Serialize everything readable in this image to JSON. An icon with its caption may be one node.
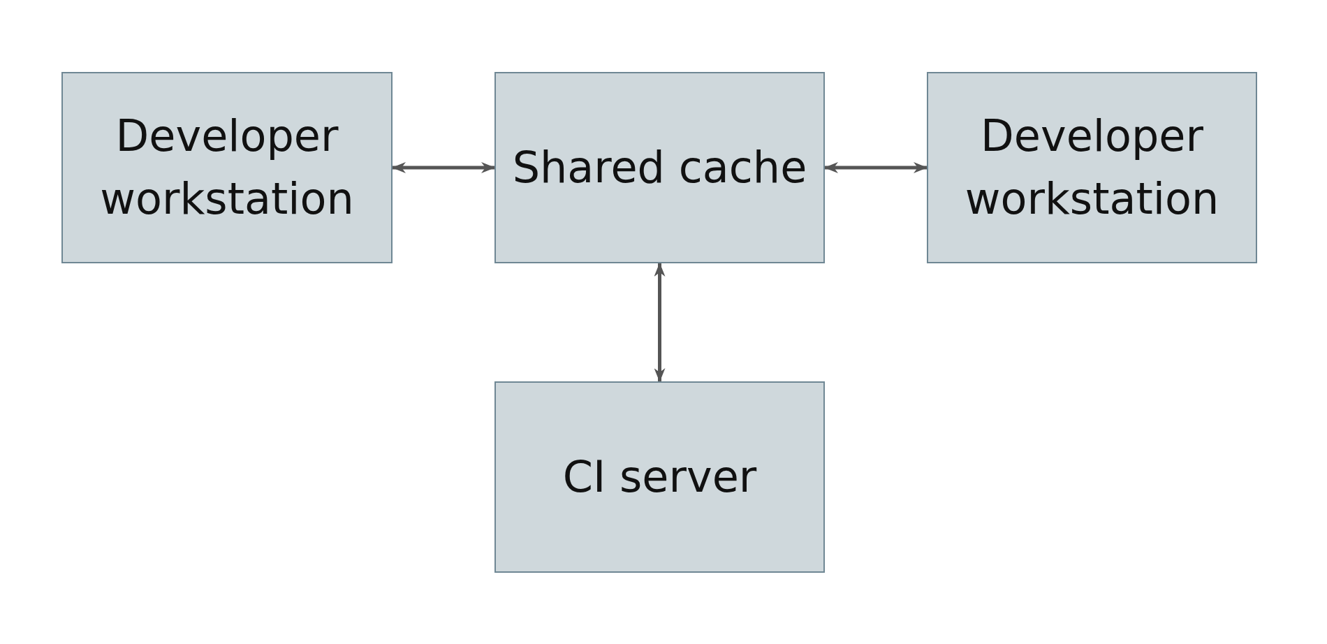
{
  "diagram": {
    "nodes": [
      {
        "text": [
          "Developer workstation"
        ]
      },
      {
        "text": [
          "Shared cache"
        ]
      },
      {
        "text": [
          "Developer workstation"
        ]
      },
      {
        "text": [
          "CI server"
        ]
      }
    ],
    "edges": [
      {
        "from": 0,
        "to": 1,
        "arrow": "both"
      },
      {
        "from": 1,
        "to": 2,
        "arrow": "both"
      },
      {
        "from": 1,
        "to": 3,
        "arrow": "both"
      }
    ]
  }
}
